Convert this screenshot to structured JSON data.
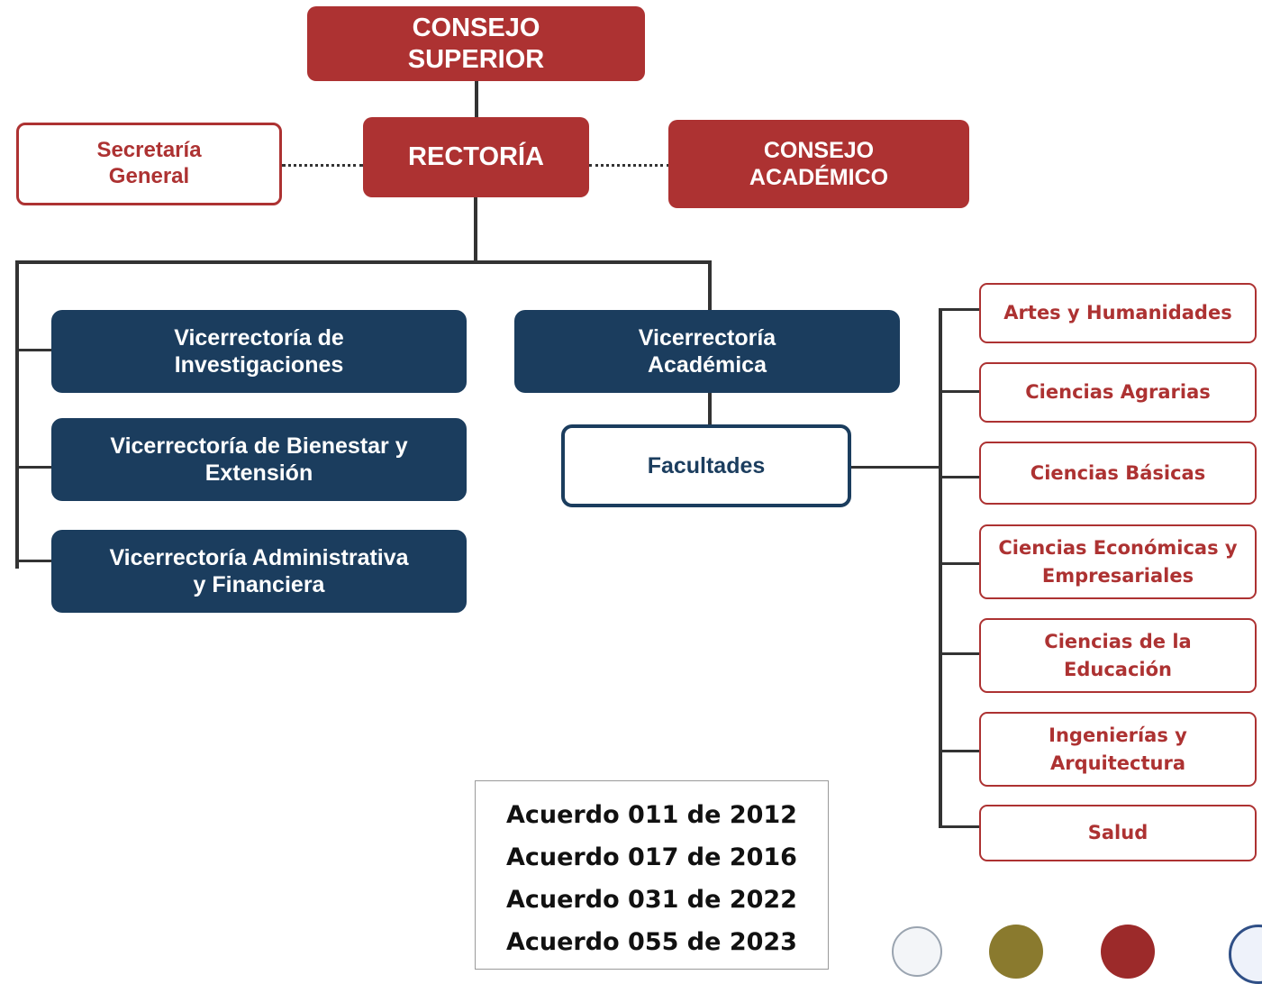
{
  "consejo_superior": "CONSEJO\nSUPERIOR",
  "rectoria": "RECTORÍA",
  "secretaria_general": "Secretaría\nGeneral",
  "consejo_academico": "CONSEJO\nACADÉMICO",
  "vicerrectorias": {
    "investigaciones": "Vicerrectoría de\nInvestigaciones",
    "bienestar": "Vicerrectoría de Bienestar y\nExtensión",
    "administrativa": "Vicerrectoría Administrativa\ny Financiera",
    "academica": "Vicerrectoría\nAcadémica"
  },
  "facultades_label": "Facultades",
  "facultades": [
    "Artes y Humanidades",
    "Ciencias Agrarias",
    "Ciencias Básicas",
    "Ciencias Económicas y\nEmpresariales",
    "Ciencias de la\nEducación",
    "Ingenierías y\nArquitectura",
    "Salud"
  ],
  "acuerdos": [
    "Acuerdo 011 de 2012",
    "Acuerdo 017 de 2016",
    "Acuerdo 031 de 2022",
    "Acuerdo 055 de 2023"
  ],
  "colors": {
    "red": "#ad3232",
    "navy": "#1b3d5e",
    "line": "#333333"
  }
}
